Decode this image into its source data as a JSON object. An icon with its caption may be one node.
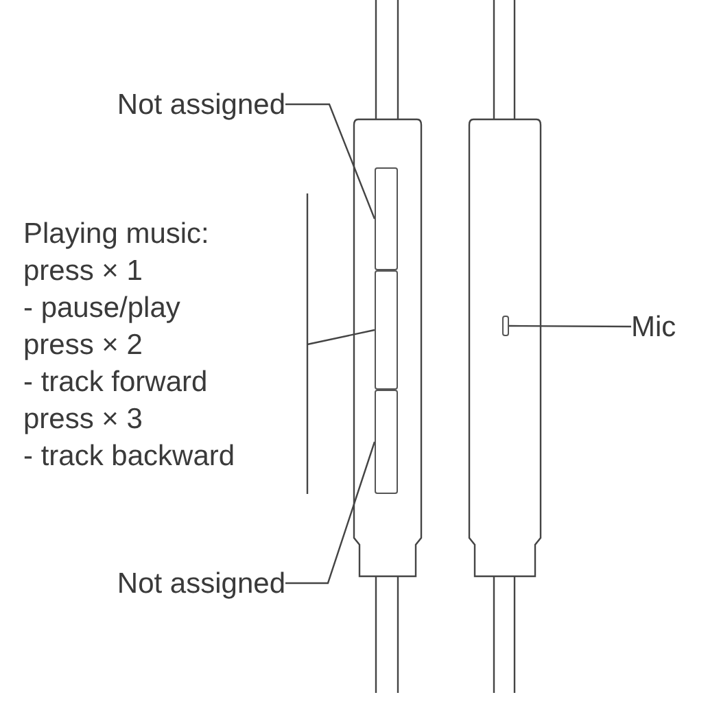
{
  "diagram": {
    "nodes": [
      {
        "text": [
          "Not assigned"
        ]
      },
      {
        "text": [
          "Playing music:",
          "press × 1",
          "- pause/play",
          "press × 2",
          "- track forward",
          "press × 3",
          "- track backward"
        ]
      },
      {
        "text": [
          "Not assigned"
        ]
      },
      {
        "text": [
          "Mic"
        ]
      },
      {
        "text": [],
        "shape": "box"
      },
      {
        "text": [],
        "shape": "box"
      },
      {
        "text": [],
        "shape": "box"
      },
      {
        "text": [],
        "shape": "box"
      }
    ],
    "edges": [
      {
        "from": 0,
        "to": 4,
        "arrow": "none"
      },
      {
        "from": 1,
        "to": 5,
        "arrow": "none"
      },
      {
        "from": 2,
        "to": 6,
        "arrow": "none"
      },
      {
        "from": 3,
        "to": 7,
        "arrow": "none"
      }
    ]
  }
}
